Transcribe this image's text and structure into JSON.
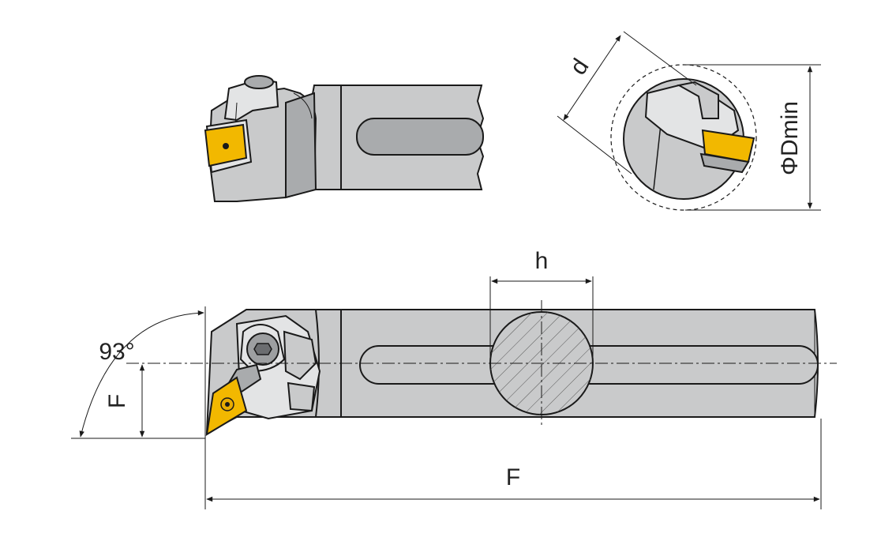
{
  "dimensions": {
    "h_label": "h",
    "d_label": "d",
    "dmin_label": "ΦDmin",
    "angle_label": "93°",
    "f_vertical_label": "F",
    "f_horizontal_label": "F"
  },
  "colors": {
    "body": "#c9cacb",
    "insert": "#f2b800",
    "outline": "#1a1a1a"
  }
}
